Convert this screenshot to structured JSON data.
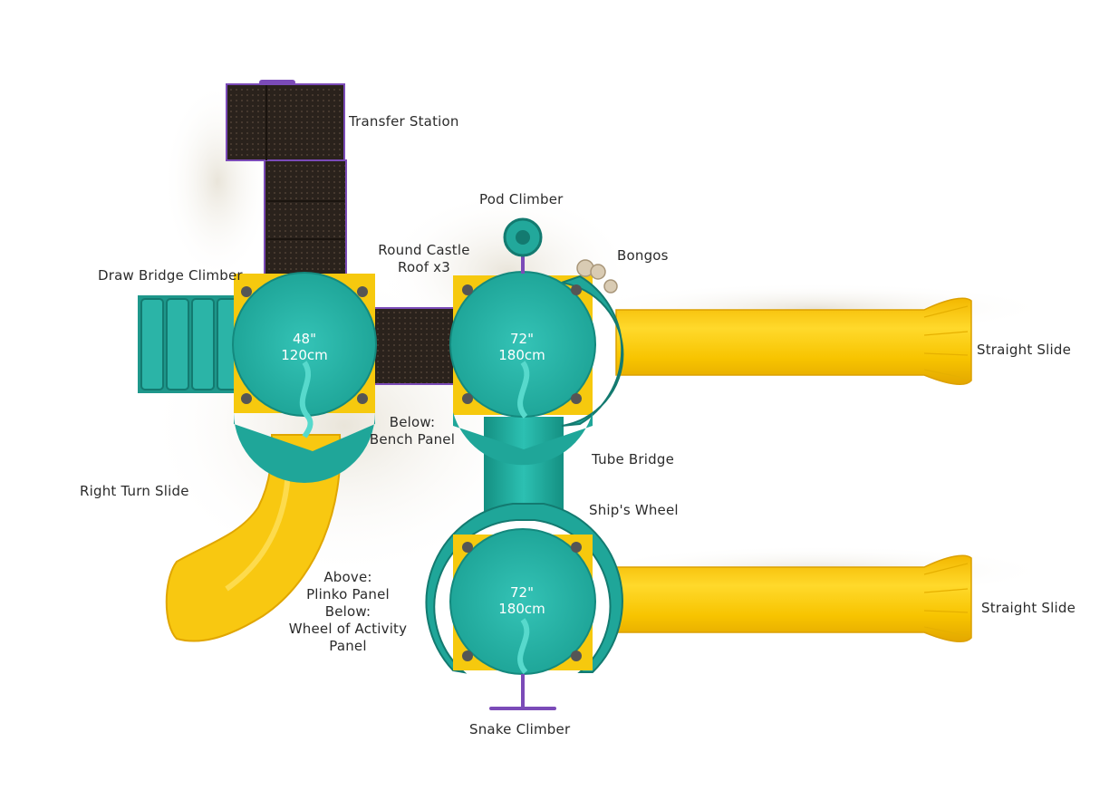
{
  "colors": {
    "deck_teal": "#27b3a6",
    "deck_teal_dark": "#14897e",
    "slide_yellow": "#f6c90e",
    "slide_yellow_dark": "#e0a600",
    "panel_dark": "#2a221c",
    "frame_purple": "#7b4bb8",
    "label_text": "#2b2b2b"
  },
  "labels": {
    "transfer_station": "Transfer Station",
    "pod_climber": "Pod Climber",
    "round_castle_roof": [
      "Round Castle",
      "Roof x3"
    ],
    "bongos": "Bongos",
    "draw_bridge_climber": "Draw Bridge Climber",
    "straight_slide_top": "Straight Slide",
    "straight_slide_bottom": "Straight Slide",
    "below_bench_panel": [
      "Below:",
      "Bench Panel"
    ],
    "tube_bridge": "Tube Bridge",
    "right_turn_slide": "Right Turn Slide",
    "ships_wheel": "Ship's Wheel",
    "plinko_activity": [
      "Above:",
      "Plinko Panel",
      "Below:",
      "Wheel of Activity",
      "Panel"
    ],
    "snake_climber": "Snake Climber"
  },
  "decks": {
    "left": [
      "48\"",
      "120cm"
    ],
    "center": [
      "72\"",
      "180cm"
    ],
    "bottom": [
      "72\"",
      "180cm"
    ]
  }
}
